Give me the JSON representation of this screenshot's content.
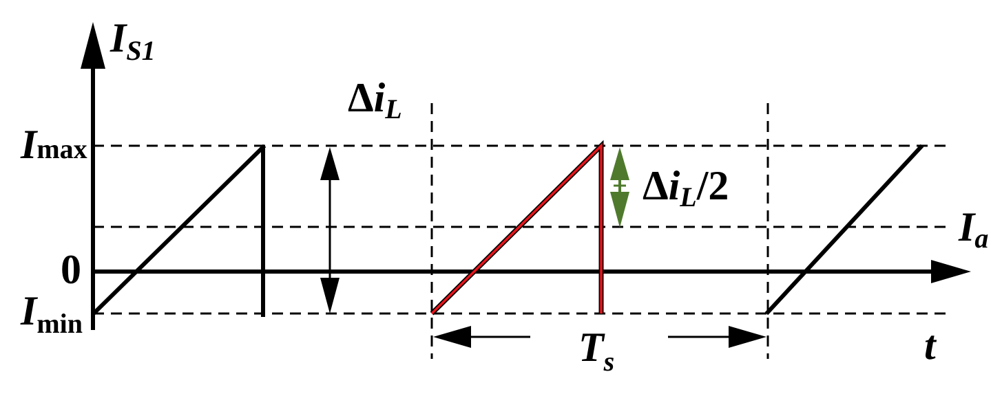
{
  "diagram": {
    "y_axis_label": {
      "main": "I",
      "sub": "S1"
    },
    "x_axis_label": "t",
    "level_labels": {
      "max": {
        "main": "I",
        "sub": "max"
      },
      "zero": "0",
      "min": {
        "main": "I",
        "sub": "min"
      },
      "avg": {
        "main": "I",
        "sub": "a"
      }
    },
    "ripple_label": {
      "delta": "Δ",
      "main": "i",
      "sub": "L"
    },
    "half_ripple_label": {
      "delta": "Δ",
      "main": "i",
      "sub": "L",
      "suffix": "/2"
    },
    "period_label": {
      "main": "T",
      "sub": "s"
    },
    "colors": {
      "waveform": "#000000",
      "highlight_period": "#e8141b",
      "half_ripple_arrow": "#4f7a2d"
    }
  }
}
